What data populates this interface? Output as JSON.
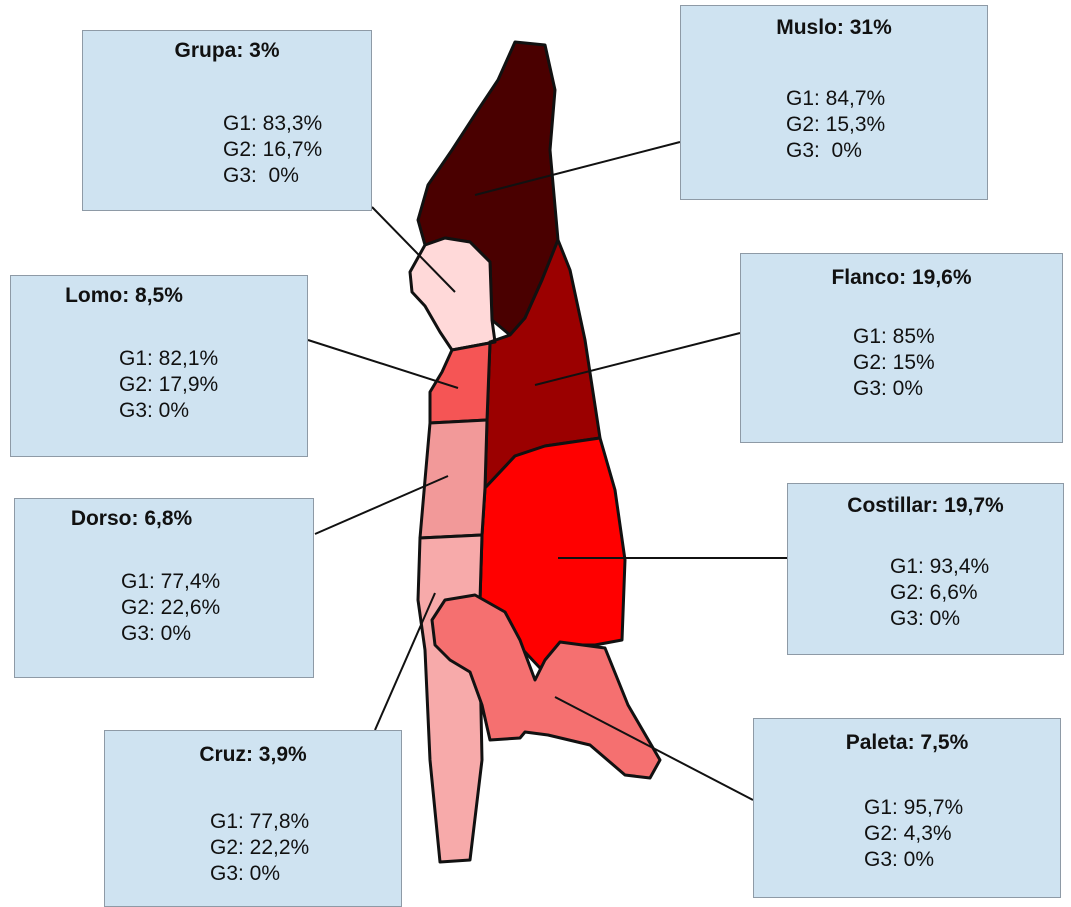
{
  "colors": {
    "box_fill": "#cfe3f1",
    "box_border": "#8e9aa6",
    "muslo": "#4a0000",
    "grupa": "#ffd9d9",
    "lomo": "#f55555",
    "flanco": "#9b0000",
    "dorso": "#f29999",
    "costillar": "#ff0000",
    "cruz": "#f7aaaa",
    "paleta": "#f57070"
  },
  "cuts": [
    {
      "id": "grupa",
      "title": "Grupa: 3%",
      "g1": "G1: 83,3%",
      "g2": "G2: 16,7%",
      "g3": "G3:  0%"
    },
    {
      "id": "muslo",
      "title": "Muslo: 31%",
      "g1": "G1: 84,7%",
      "g2": "G2: 15,3%",
      "g3": "G3:  0%"
    },
    {
      "id": "lomo",
      "title": "Lomo: 8,5%",
      "g1": "G1: 82,1%",
      "g2": "G2: 17,9%",
      "g3": "G3: 0%"
    },
    {
      "id": "flanco",
      "title": "Flanco: 19,6%",
      "g1": "G1: 85%",
      "g2": "G2: 15%",
      "g3": "G3: 0%"
    },
    {
      "id": "dorso",
      "title": "Dorso: 6,8%",
      "g1": "G1: 77,4%",
      "g2": "G2: 22,6%",
      "g3": "G3: 0%"
    },
    {
      "id": "costillar",
      "title": "Costillar: 19,7%",
      "g1": "G1: 93,4%",
      "g2": "G2: 6,6%",
      "g3": "G3: 0%"
    },
    {
      "id": "cruz",
      "title": "Cruz: 3,9%",
      "g1": "G1: 77,8%",
      "g2": "G2: 22,2%",
      "g3": "G3: 0%"
    },
    {
      "id": "paleta",
      "title": "Paleta: 7,5%",
      "g1": "G1: 95,7%",
      "g2": "G2: 4,3%",
      "g3": "G3: 0%"
    }
  ]
}
